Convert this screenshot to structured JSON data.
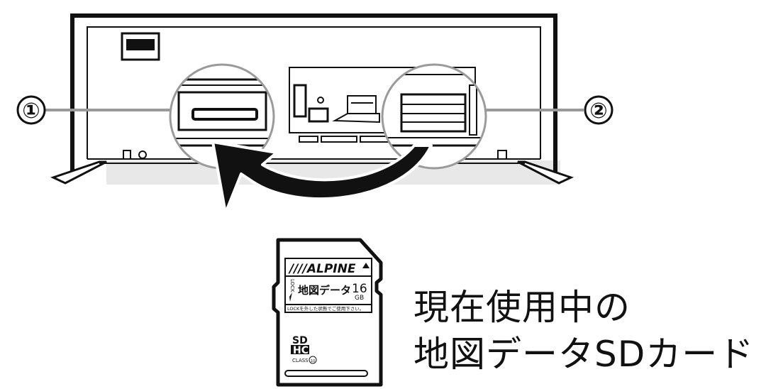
{
  "callouts": {
    "one": "①",
    "two": "②"
  },
  "caption": {
    "line1": "現在使用中の",
    "line2": "地図データSDカード"
  },
  "sd_card": {
    "brand": "////ALPINE",
    "title": "地図データ",
    "capacity": "16",
    "unit": "GB",
    "lock_label": "LOCK",
    "note": "LOCKを外した状態でご使用下さい。",
    "format_top": "SD",
    "format_bottom": "HC",
    "class_label": "CLASS",
    "class_value": "10"
  },
  "colors": {
    "ink": "#111111",
    "gray": "#9a9a9a",
    "light_gray": "#e8e8e8"
  }
}
